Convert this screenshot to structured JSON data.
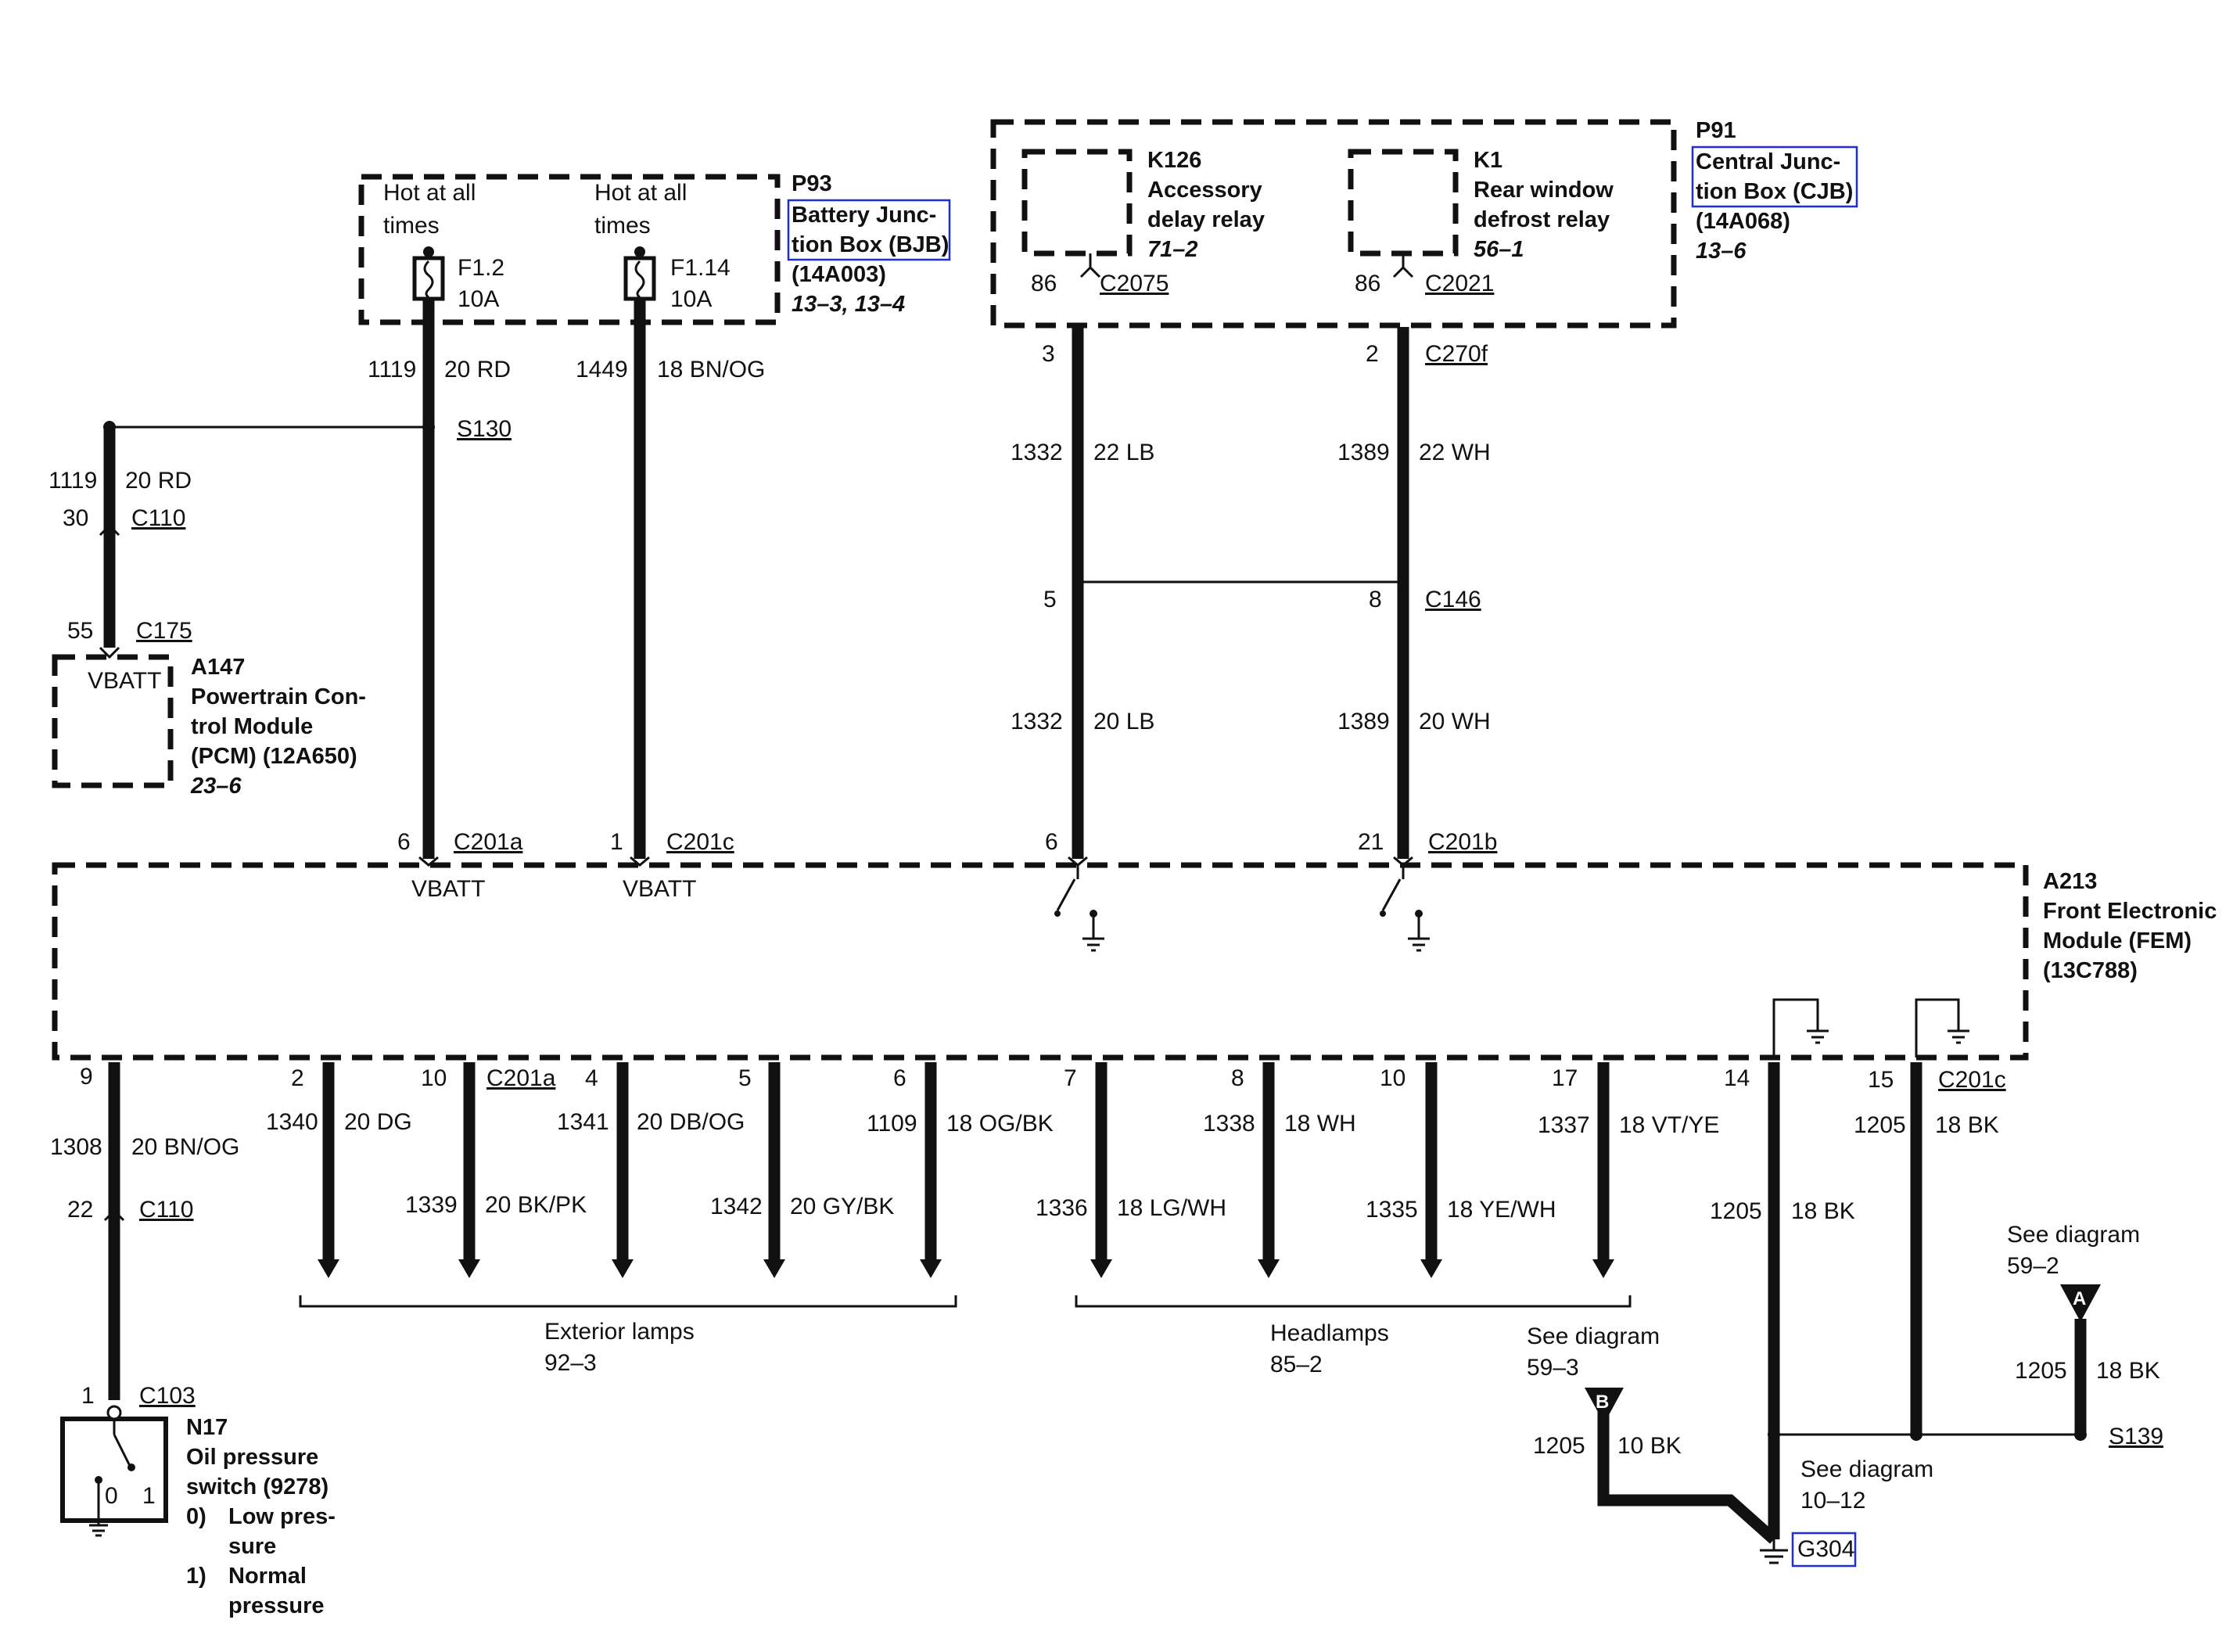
{
  "p93": {
    "hot1": "Hot at all",
    "hot1b": "times",
    "hot2": "Hot at all",
    "hot2b": "times",
    "f1_name": "F1.2",
    "f1_amp": "10A",
    "f2_name": "F1.14",
    "f2_amp": "10A",
    "id": "P93",
    "name1": "Battery Junc-",
    "name2": "tion Box (BJB)",
    "part": "(14A003)",
    "ref": "13–3, 13–4"
  },
  "p91": {
    "id": "P91",
    "name1": "Central Junc-",
    "name2": "tion Box (CJB)",
    "part": "(14A068)",
    "ref": "13–6",
    "k126_id": "K126",
    "k126_n1": "Accessory",
    "k126_n2": "delay relay",
    "k126_ref": "71–2",
    "k1_id": "K1",
    "k1_n1": "Rear window",
    "k1_n2": "defrost relay",
    "k1_ref": "56–1",
    "pin_a": "86",
    "conn_a": "C2075",
    "pin_b": "86",
    "conn_b": "C2021"
  },
  "pcm": {
    "vbatt": "VBATT",
    "id": "A147",
    "n1": "Powertrain Con-",
    "n2": "trol Module",
    "n3": "(PCM) (12A650)",
    "ref": "23–6",
    "pin": "55",
    "conn": "C175"
  },
  "left_wires": {
    "c1119": "1119",
    "g1119": "20 RD",
    "s130": "S130",
    "c1119b": "1119",
    "g1119b": "20 RD",
    "pin30": "30",
    "c110": "C110",
    "c1449": "1449",
    "g1449": "18 BN/OG",
    "pin6": "6",
    "c201a": "C201a",
    "vbatt1": "VBATT",
    "pin1": "1",
    "c201c": "C201c",
    "vbatt2": "VBATT"
  },
  "relay_wires": {
    "pin3": "3",
    "c1332": "1332",
    "g1332": "22 LB",
    "pin2": "2",
    "c270f": "C270f",
    "c1389": "1389",
    "g1389": "22 WH",
    "pin5": "5",
    "pin8": "8",
    "c146": "C146",
    "c1332b": "1332",
    "g1332b": "20 LB",
    "c1389b": "1389",
    "g1389b": "20 WH",
    "pin6": "6",
    "pin21": "21",
    "c201b": "C201b"
  },
  "fem": {
    "id": "A213",
    "n1": "Front Electronic",
    "n2": "Module (FEM)",
    "n3": "(13C788)"
  },
  "bottom": {
    "p9": "9",
    "c1308": "1308",
    "g1308": "20 BN/OG",
    "p22": "22",
    "c110": "C110",
    "p2": "2",
    "c1340": "1340",
    "g1340": "20 DG",
    "p10": "10",
    "c201a": "C201a",
    "c1339": "1339",
    "g1339": "20 BK/PK",
    "p4": "4",
    "c1341": "1341",
    "g1341": "20 DB/OG",
    "p5": "5",
    "c1342": "1342",
    "g1342": "20 GY/BK",
    "p6": "6",
    "c1109": "1109",
    "g1109": "18 OG/BK",
    "p7": "7",
    "c1336": "1336",
    "g1336": "18 LG/WH",
    "p8": "8",
    "c1338": "1338",
    "g1338": "18 WH",
    "p10b": "10",
    "c1335": "1335",
    "g1335": "18 YE/WH",
    "p17": "17",
    "c1337": "1337",
    "g1337": "18 VT/YE",
    "p14": "14",
    "c1205a": "1205",
    "g1205a": "18 BK",
    "p15": "15",
    "c201c": "C201c",
    "c1205b": "1205",
    "g1205b": "18 BK",
    "ext1": "Exterior lamps",
    "ext2": "92–3",
    "head1": "Headlamps",
    "head2": "85–2",
    "seeB1": "See diagram",
    "seeB2": "59–3",
    "markB": "B",
    "c1205c": "1205",
    "g1205c": "10 BK",
    "seeA1": "See diagram",
    "seeA2": "59–2",
    "markA": "A",
    "c1205d": "1205",
    "g1205d": "18 BK",
    "s139": "S139",
    "see10_1": "See diagram",
    "see10_2": "10–12",
    "g304": "G304"
  },
  "n17": {
    "pin": "1",
    "conn": "C103",
    "id": "N17",
    "n1": "Oil pressure",
    "n2": "switch (9278)",
    "s0": "0)",
    "s0a": "Low pres-",
    "s0b": "sure",
    "s1": "1)",
    "s1a": "Normal",
    "s1b": "pressure",
    "pos0": "0",
    "pos1": "1"
  }
}
